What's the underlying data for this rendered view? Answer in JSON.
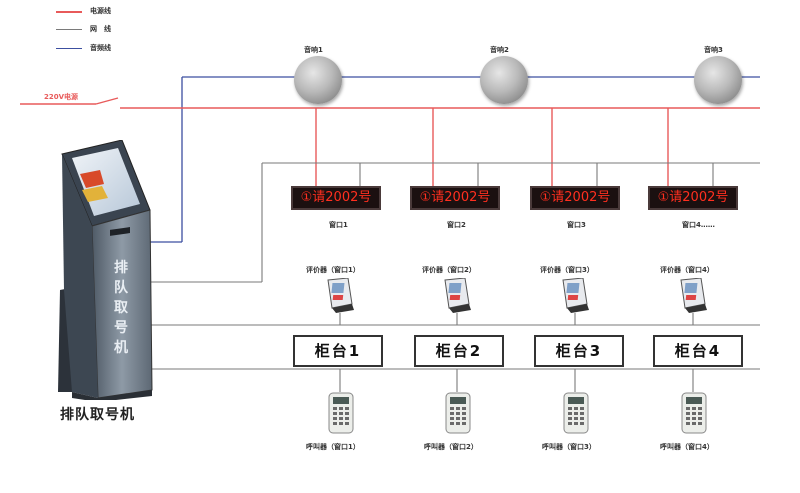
{
  "legend": [
    {
      "label": "电源线",
      "color": "#e85a5a"
    },
    {
      "label": "网　线",
      "color": "#7a7a7a"
    },
    {
      "label": "音频线",
      "color": "#3c4fa0"
    }
  ],
  "power_label": "220V电源",
  "speakers": [
    "音响1",
    "音响2",
    "音响3"
  ],
  "displays": [
    {
      "text": "①请2002号",
      "window": "窗口1"
    },
    {
      "text": "①请2002号",
      "window": "窗口2"
    },
    {
      "text": "①请2002号",
      "window": "窗口3"
    },
    {
      "text": "①请2002号",
      "window": "窗口4……"
    }
  ],
  "evaluators": [
    "评价器（窗口1）",
    "评价器（窗口2）",
    "评价器（窗口3）",
    "评价器（窗口4）"
  ],
  "counters": [
    "柜台1",
    "柜台2",
    "柜台3",
    "柜台4"
  ],
  "callers": [
    "呼叫器（窗口1）",
    "呼叫器（窗口2）",
    "呼叫器（窗口3）",
    "呼叫器（窗口4）"
  ],
  "kiosk": {
    "body_text": "排队取号机",
    "caption": "排队取号机"
  }
}
